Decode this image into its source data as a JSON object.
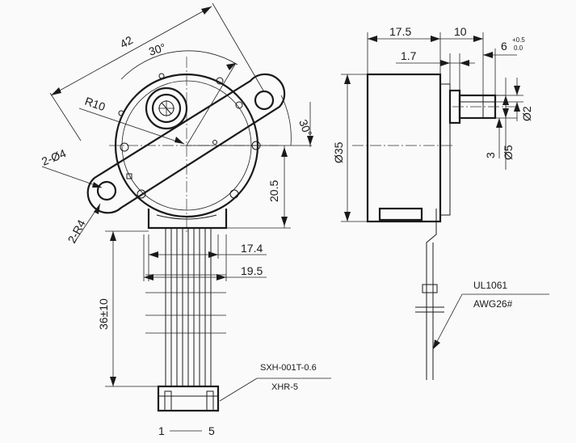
{
  "drawing": {
    "front_view": {
      "dim_width": "42",
      "dim_angle_top": "30°",
      "dim_angle_right": "30°",
      "dim_radius": "R10",
      "dim_holes": "2-Ø4",
      "dim_radius_corner": "2-R4",
      "dim_height": "20.5",
      "dim_pitch_a": "17.4",
      "dim_pitch_b": "19.5",
      "dim_lead_length": "36±10",
      "pin_first": "1",
      "pin_last": "5"
    },
    "side_view": {
      "dim_body_depth": "17.5",
      "dim_shaft_length": "10",
      "dim_shaft_flat": "6",
      "dim_tol_upper": "+0.5",
      "dim_tol_lower": "0.0",
      "dim_boss": "1.7",
      "dim_diameter": "Ø35",
      "dim_flat_width": "3",
      "dim_shaft_d2": "Ø2",
      "dim_shaft_d5": "Ø5"
    },
    "callouts": {
      "wire_spec": "UL1061",
      "wire_gauge": "AWG26#",
      "connector_terminal": "SXH-001T-0.6",
      "connector_housing": "XHR-5"
    }
  }
}
